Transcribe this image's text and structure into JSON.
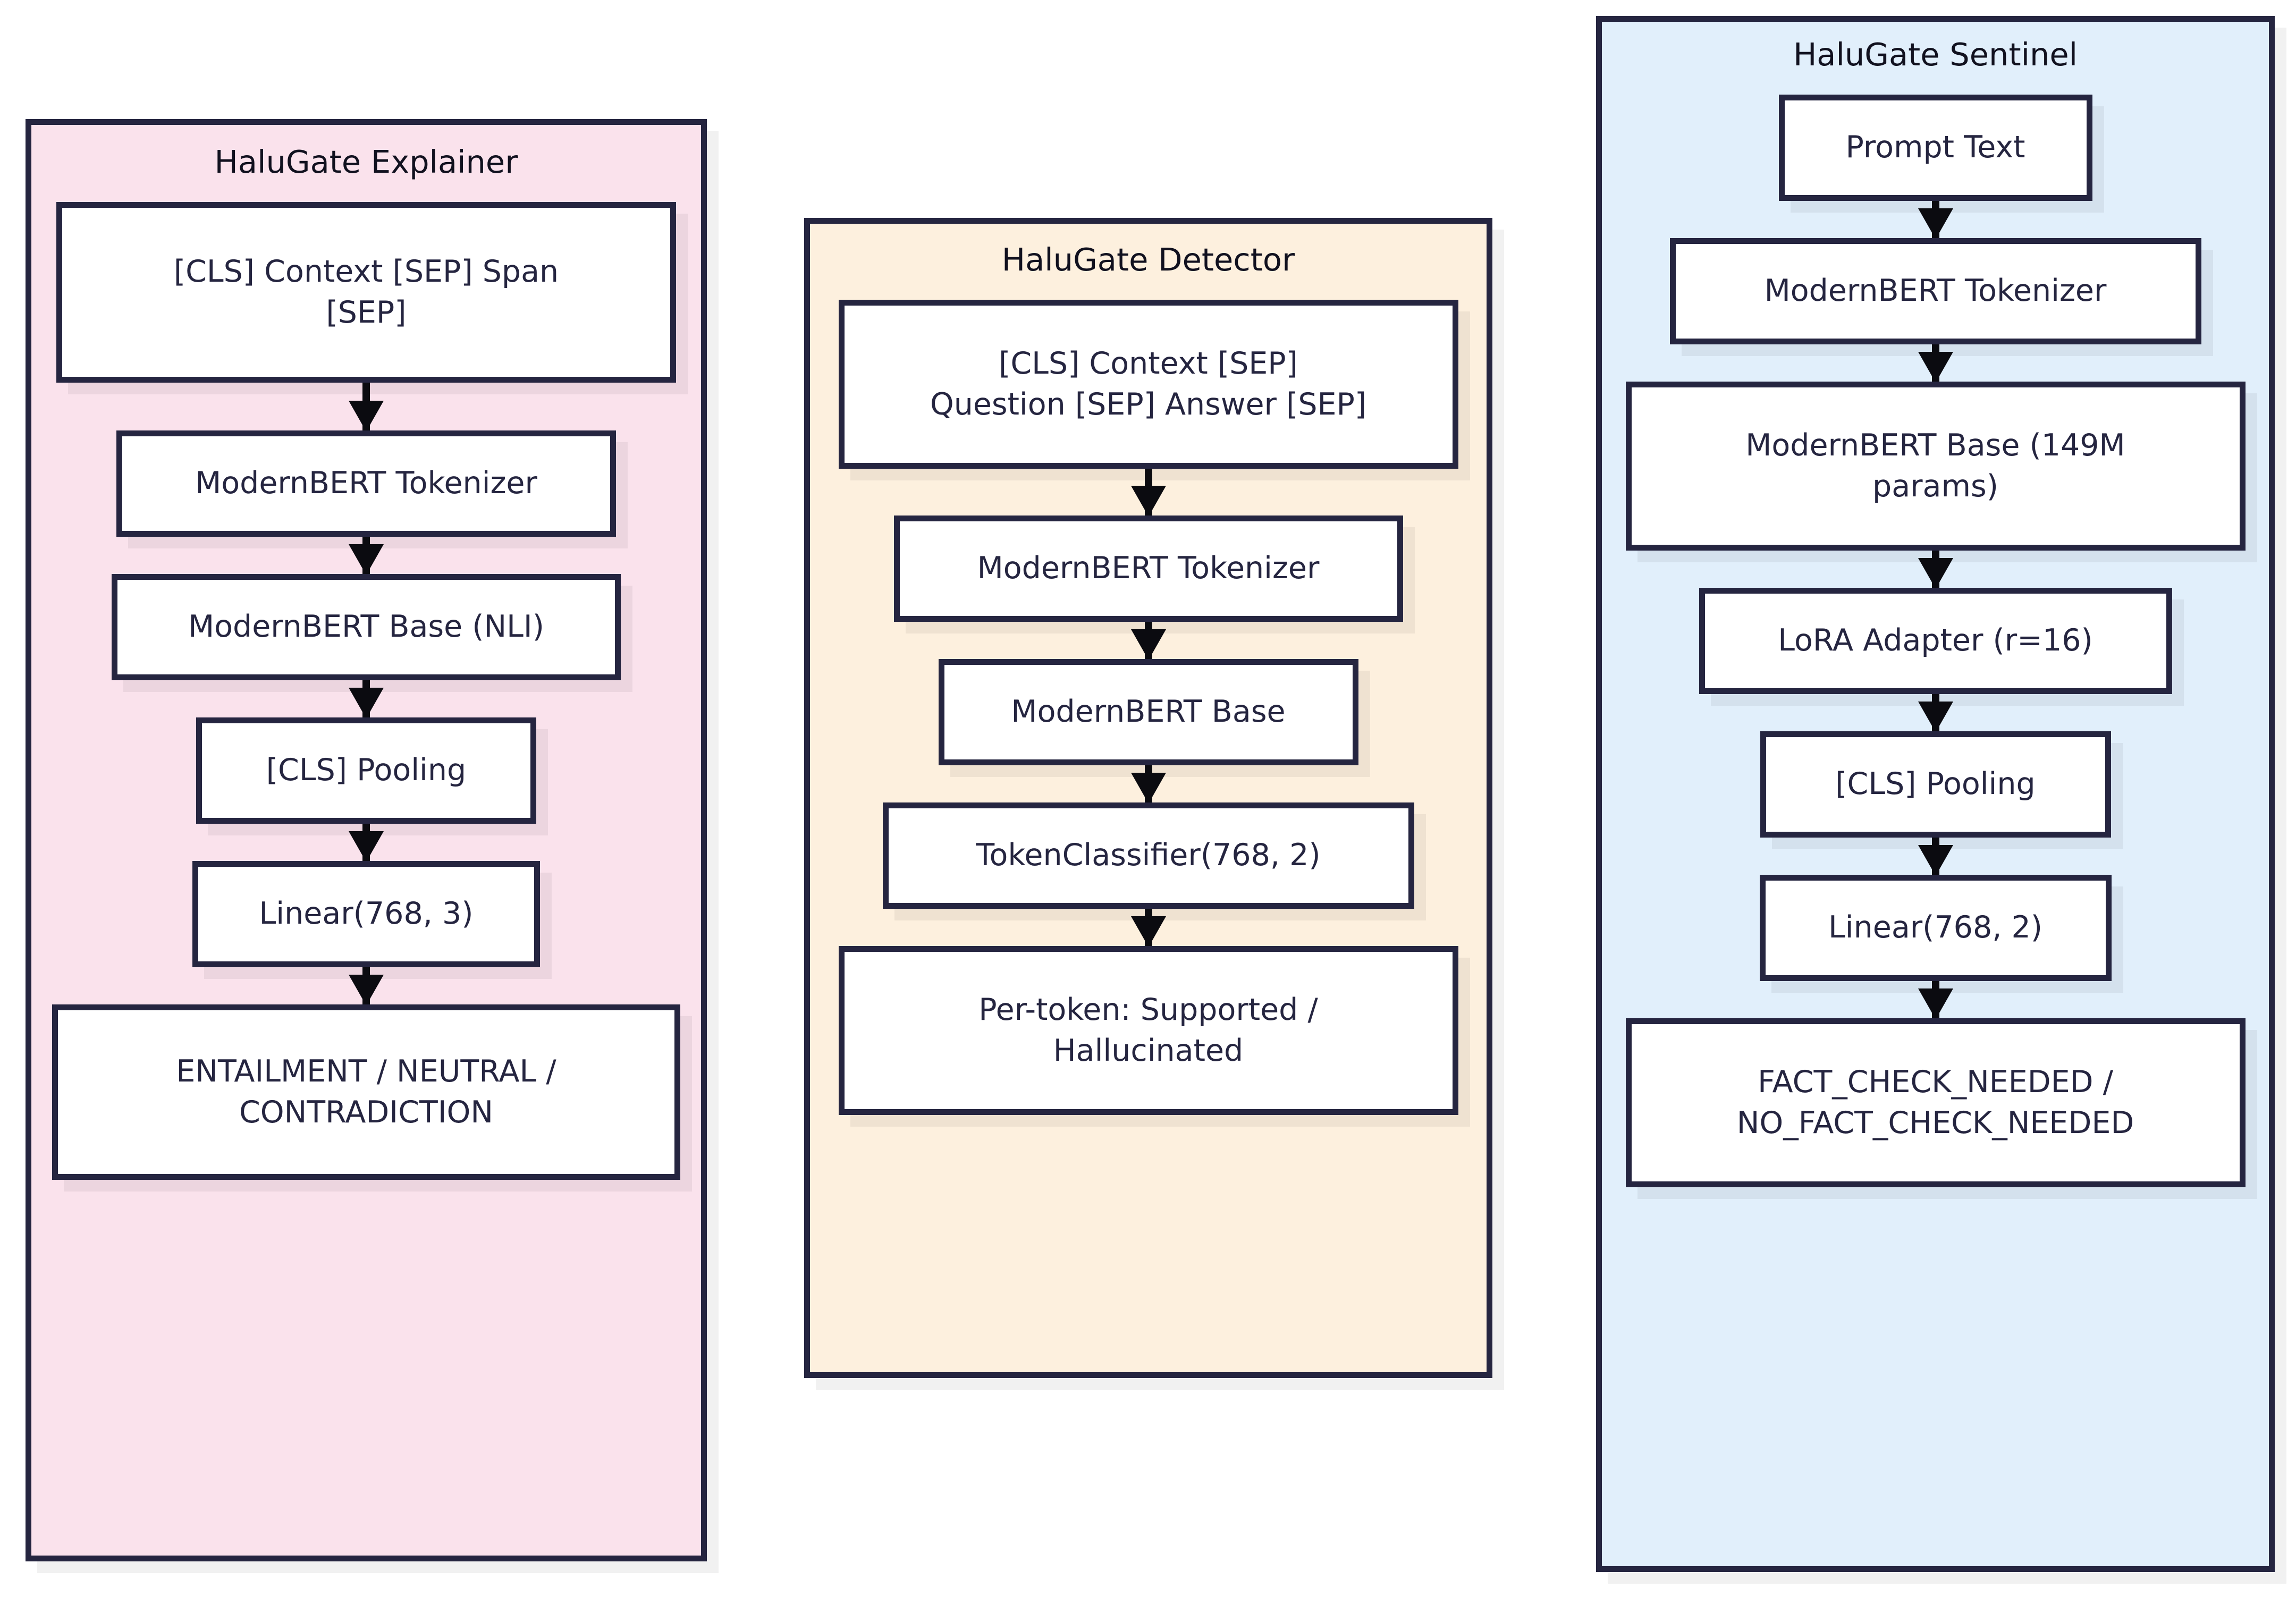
{
  "diagram": {
    "type": "flowchart",
    "direction": "top-to-bottom",
    "background": "#ffffff",
    "node_border_color": "#252540",
    "node_fill_color": "#ffffff",
    "node_text_color": "#252540",
    "arrow_color": "#0b0b10"
  },
  "subgraphs": [
    {
      "id": "explainer",
      "title": "HaluGate Explainer",
      "fill": "#fae2ec",
      "border": "#252540",
      "nodes": [
        {
          "id": "ex-n0",
          "label": "[CLS] Context [SEP] Span\n[SEP]"
        },
        {
          "id": "ex-n1",
          "label": "ModernBERT Tokenizer"
        },
        {
          "id": "ex-n2",
          "label": "ModernBERT Base (NLI)"
        },
        {
          "id": "ex-n3",
          "label": "[CLS] Pooling"
        },
        {
          "id": "ex-n4",
          "label": "Linear(768, 3)"
        },
        {
          "id": "ex-n5",
          "label": "ENTAILMENT / NEUTRAL /\nCONTRADICTION"
        }
      ],
      "edges": [
        {
          "from": "ex-n0",
          "to": "ex-n1",
          "style": "arrow"
        },
        {
          "from": "ex-n1",
          "to": "ex-n2",
          "style": "arrow"
        },
        {
          "from": "ex-n2",
          "to": "ex-n3",
          "style": "arrow"
        },
        {
          "from": "ex-n3",
          "to": "ex-n4",
          "style": "arrow"
        },
        {
          "from": "ex-n4",
          "to": "ex-n5",
          "style": "arrow"
        }
      ]
    },
    {
      "id": "detector",
      "title": "HaluGate Detector",
      "fill": "#fdf0de",
      "border": "#252540",
      "nodes": [
        {
          "id": "dt-n0",
          "label": "[CLS] Context [SEP]\nQuestion [SEP] Answer [SEP]"
        },
        {
          "id": "dt-n1",
          "label": "ModernBERT Tokenizer"
        },
        {
          "id": "dt-n2",
          "label": "ModernBERT Base"
        },
        {
          "id": "dt-n3",
          "label": "TokenClassifier(768, 2)"
        },
        {
          "id": "dt-n4",
          "label": "Per-token: Supported /\nHallucinated"
        }
      ],
      "edges": [
        {
          "from": "dt-n0",
          "to": "dt-n1",
          "style": "arrow"
        },
        {
          "from": "dt-n1",
          "to": "dt-n2",
          "style": "arrow"
        },
        {
          "from": "dt-n2",
          "to": "dt-n3",
          "style": "arrow"
        },
        {
          "from": "dt-n3",
          "to": "dt-n4",
          "style": "arrow"
        }
      ]
    },
    {
      "id": "sentinel",
      "title": "HaluGate Sentinel",
      "fill": "#e1effb",
      "border": "#252540",
      "nodes": [
        {
          "id": "sn-n0",
          "label": "Prompt Text"
        },
        {
          "id": "sn-n1",
          "label": "ModernBERT Tokenizer"
        },
        {
          "id": "sn-n2",
          "label": "ModernBERT Base (149M\nparams)"
        },
        {
          "id": "sn-n3",
          "label": "LoRA Adapter (r=16)"
        },
        {
          "id": "sn-n4",
          "label": "[CLS] Pooling"
        },
        {
          "id": "sn-n5",
          "label": "Linear(768, 2)"
        },
        {
          "id": "sn-n6",
          "label": "FACT_CHECK_NEEDED /\nNO_FACT_CHECK_NEEDED"
        }
      ],
      "edges": [
        {
          "from": "sn-n0",
          "to": "sn-n1",
          "style": "arrow"
        },
        {
          "from": "sn-n1",
          "to": "sn-n2",
          "style": "arrow"
        },
        {
          "from": "sn-n2",
          "to": "sn-n3",
          "style": "arrow"
        },
        {
          "from": "sn-n3",
          "to": "sn-n4",
          "style": "arrow"
        },
        {
          "from": "sn-n4",
          "to": "sn-n5",
          "style": "arrow"
        },
        {
          "from": "sn-n5",
          "to": "sn-n6",
          "style": "arrow"
        }
      ]
    }
  ]
}
